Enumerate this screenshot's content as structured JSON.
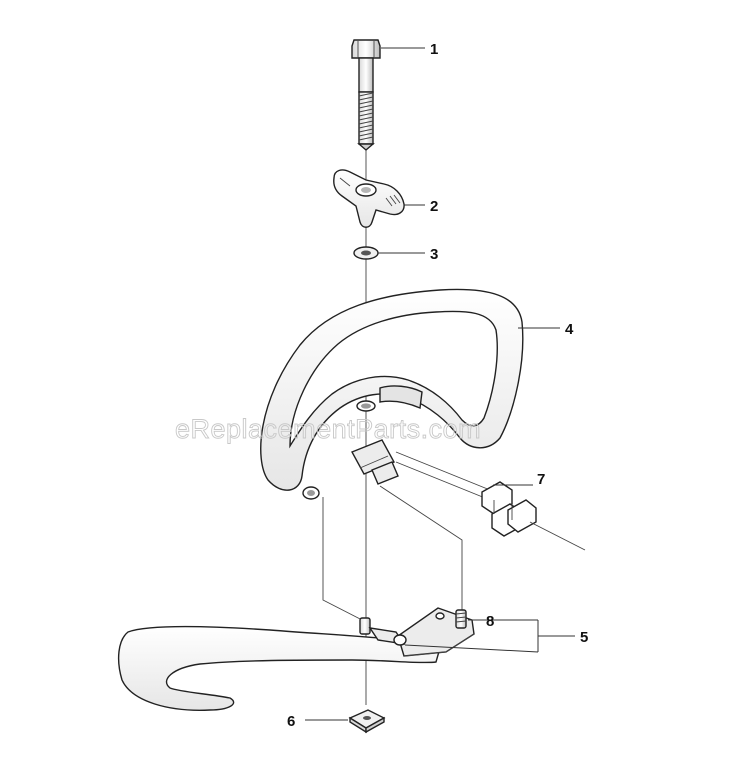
{
  "watermark": "eReplacementParts.com",
  "callouts": [
    {
      "id": "1",
      "label": "1"
    },
    {
      "id": "2",
      "label": "2"
    },
    {
      "id": "3",
      "label": "3"
    },
    {
      "id": "4",
      "label": "4"
    },
    {
      "id": "5",
      "label": "5"
    },
    {
      "id": "6",
      "label": "6"
    },
    {
      "id": "7",
      "label": "7"
    },
    {
      "id": "8",
      "label": "8"
    }
  ],
  "colors": {
    "line": "#222222",
    "handle_fill": "#f2f2f2",
    "hole": "#9a9a9a",
    "watermark": "#c8c8c8"
  }
}
